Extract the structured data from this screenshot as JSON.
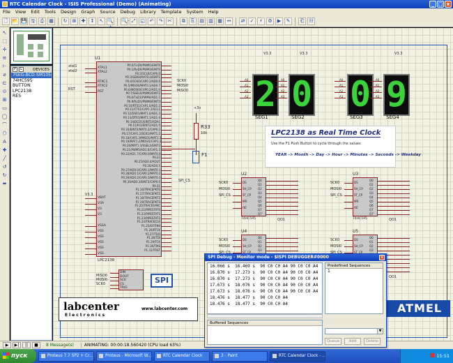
{
  "window": {
    "title": "RTC Calendar Clock - ISIS Professional (Demo) (Animating)",
    "controls": [
      "_",
      "□",
      "x"
    ]
  },
  "menu": [
    "File",
    "View",
    "Edit",
    "Tools",
    "Design",
    "Graph",
    "Source",
    "Debug",
    "Library",
    "Template",
    "System",
    "Help"
  ],
  "toolbar": [
    "🗋",
    "📂",
    "💾",
    "🖫",
    "⎙",
    "▦",
    "↻",
    "⊞",
    "✚",
    "↕",
    "↖",
    "🔍+",
    "🔍-",
    "⤢",
    "◱",
    "↶",
    "↷",
    "✂",
    "⧉",
    "⎘",
    "▤",
    "▥",
    "▦",
    "↔",
    "⇄",
    "✓",
    "⚡",
    "⚙",
    "▶",
    "✎",
    "⎗",
    "☷"
  ],
  "left_tools": [
    "↖",
    "⬚",
    "✛",
    "≡",
    "⊢",
    "⌀",
    "⊏",
    "⊙",
    "⊞",
    "▭",
    "◯",
    "⌒",
    "⬡",
    "A",
    "✚",
    "╱",
    "↺",
    "↻",
    "⬌"
  ],
  "devices": {
    "p": "P",
    "l": "L",
    "header": "DEVICES",
    "items": [
      "7SEG-BCD-SM10563BS",
      "74HC595",
      "BUTTON",
      "LPC2138",
      "RES"
    ],
    "selected_index": 0
  },
  "schematic": {
    "u1_label": "U1",
    "u1_part": "LPC2138",
    "u1_left_pins": [
      "XTAL1",
      "XTAL2",
      "RTXC1",
      "RTXC2",
      "RST",
      "VBAT",
      "V3A",
      "V3",
      "V3",
      "VSSA",
      "VSS",
      "VSS",
      "VSS",
      "VSS",
      "VSS"
    ],
    "u1_right_pins": [
      "P0.0/TxD0/PWM1/EINT0",
      "P0.1/RxD0/PWM3/EINT0",
      "P0.2/SCL0/CAP0.0",
      "P0.3/SDA0/MAT0.0/EINT1",
      "P0.4/SCK0/CAP0.1/AD0.6",
      "P0.5/MISO0/MAT0.1/AD0.7",
      "P0.6/MOSI0/CAP0.2/AD1.0",
      "P0.7/SSEL0/PWM2/EINT2",
      "P0.8/TxD1/PWM4/AD1.1",
      "P0.9/RxD1/PWM6/EINT3",
      "P0.10/RTS1/CAP1.0/AD1.2",
      "P0.11/CTS1/CAP1.1/SCL1",
      "P0.12/DSR1/MAT1.0/AD1.3",
      "P0.13/DTR1/MAT1.1/AD1.4",
      "P0.14/DCD1/EINT1/SDA1",
      "P0.15/RI1/EINT2/AD1.5",
      "P0.16/EINT0/MAT0.2/CAP0.2",
      "P0.17/CAP1.2/SCK1/MAT1.2",
      "P0.18/CAP1.3/MISO1/MAT1.3",
      "P0.19/MAT1.2/MOSI1/CAP1.2",
      "P0.20/MAT1.3/SSEL1/EINT3",
      "P0.21/PWM5/AD1.6/CAP1.3",
      "P0.22/AD1.7/CAP0.0/MAT0.0",
      "P0.23",
      "P0.25/AD0.4/AOUT",
      "P0.26/AD0.5",
      "P0.27/AD0.0/CAP0.1/MAT0.1",
      "P0.28/AD0.1/CAP0.2/MAT0.2",
      "P0.29/AD0.2/CAP0.3/MAT0.3",
      "P0.30/AD0.3/EINT3/CAP0.0",
      "P0.31",
      "P1.16/TRACEPKT0",
      "P1.17/TRACEPKT1",
      "P1.18/TRACEPKT2",
      "P1.19/TRACEPKT3",
      "P1.20/TRACESYNC",
      "P1.21/PIPESTAT0",
      "P1.22/PIPESTAT1",
      "P1.23/PIPESTAT2",
      "P1.24/TRACECLK",
      "P1.25/EXTIN0",
      "P1.26/RTCK",
      "P1.27/TDO",
      "P1.28/TDI",
      "P1.29/TCK",
      "P1.30/TMS",
      "P1.31/TRST"
    ],
    "net_labels": [
      "xtal1",
      "xtal2",
      "RST",
      "SCK0",
      "MOSI0",
      "MISO0",
      "SPI_CS",
      "V3.3",
      "V3.3",
      "V3.3",
      "V3.3",
      "+3v",
      "SCK0",
      "MOSI0",
      "SPI_CS",
      "SCK0",
      "MOSI0",
      "SPI_CS",
      "MISO0",
      "MOSI0",
      "SCK0"
    ],
    "resistor": "R33",
    "resistor_value": "10k",
    "button": "F1",
    "shift_regs": [
      "U2",
      "U3",
      "U4",
      "U5"
    ],
    "sr_left_pins": [
      "DS",
      "SH_CP",
      "ST_CP",
      "MR",
      "OE"
    ],
    "sr_right_pins": [
      "Q0",
      "Q1",
      "Q2",
      "Q3",
      "Q4",
      "Q5",
      "Q6",
      "Q7",
      "Q7'"
    ],
    "sr_part": "74HC595",
    "qo_label": "QO1",
    "spi_pins": [
      "DIN",
      "DOUT",
      "SCK",
      "CS",
      "TRIG"
    ],
    "seg_pins": [
      "A0",
      "A1",
      "A2",
      "A3"
    ],
    "displays": [
      {
        "digit": "2",
        "label": "SEG1"
      },
      {
        "digit": "0",
        "label": "SEG2"
      },
      {
        "digit": "0",
        "label": "SEG3"
      },
      {
        "digit": "9",
        "label": "SEG4"
      }
    ],
    "rtc_title": "LPC2138 as Real Time Clock",
    "rtc_instruction": "Use the F1 Push Button to cycle through the values",
    "rtc_sequence": "YEAR -> Month -> Day -> Hour -> Minutes -> Seconds -> Weekday",
    "spi_block": "SPI",
    "labcenter_name": "labcenter",
    "labcenter_sub": "Electronics",
    "labcenter_url": "www.labcenter.com",
    "atmel": "ATMEL"
  },
  "status": {
    "messages": "8 Message(s)",
    "animating": "ANIMATING: 00:00:18.560420 (CPU load 63%)",
    "sim_buttons": [
      "▶",
      "▶|",
      "||",
      "■"
    ]
  },
  "spi_debug": {
    "title": "SPI Debug - Monitor mode - $ISPI DEBUGGER#0000",
    "close": "x",
    "log": [
      "16.066 s  16.469 s  90 C0 C0 A4 90 C0 C0 A4",
      "16.870 s  17.273 s  90 C0 C0 A4 90 C0 C0 A4",
      "16.870 s  17.273 s  90 C0 C0 A4 90 C0 C0 A4",
      "17.673 s  18.076 s  90 C0 C0 A4 90 C0 C0 A4",
      "17.673 s  18.076 s  90 C0 C0 A4 90 C0 C0 A4",
      "18.476 s  18.477 s  90 C0 C0 A4",
      "18.476 s  18.477 s  90 C0 C0 A4"
    ],
    "predefined_header": "Predefined Sequences",
    "predefined_items": [
      "1"
    ],
    "buffered_header": "Buffered Sequences",
    "combo_arrow": "▼",
    "buttons": [
      "Queue",
      "Add",
      "Delete"
    ]
  },
  "taskbar": {
    "start": "пуск",
    "tasks": [
      "Proteus 7.7 SP2 + Cr...",
      "Proteus - Microsoft W...",
      "RTC Calendar Clock",
      "3 - Paint",
      "RTC Calendar Clock - ..."
    ],
    "active_task": 4,
    "clock": "15:51"
  }
}
